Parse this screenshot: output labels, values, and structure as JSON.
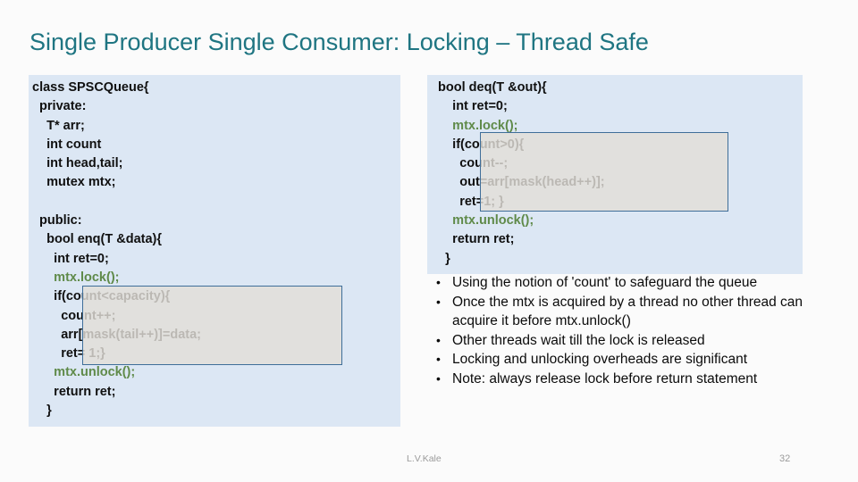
{
  "slide": {
    "title": "Single Producer Single Consumer: Locking – Thread Safe",
    "background_color": "#FBFBFB",
    "title_color": "#1F7582",
    "panel_color": "#DCE7F4",
    "highlight_border_color": "#3F6E99",
    "highlight_fill_color": "#E2DED8",
    "code_green_color": "#5F8A49"
  },
  "code_left": {
    "lines": [
      {
        "text": "class SPSCQueue{",
        "style": "plain"
      },
      {
        "text": "  private:",
        "style": "plain"
      },
      {
        "text": "    T* arr;",
        "style": "plain"
      },
      {
        "text": "    int count",
        "style": "plain"
      },
      {
        "text": "    int head,tail;",
        "style": "plain"
      },
      {
        "text": "    mutex mtx;",
        "style": "plain"
      },
      {
        "text": " ",
        "style": "blank"
      },
      {
        "text": "  public:",
        "style": "plain"
      },
      {
        "text": "    bool enq(T &data){",
        "style": "plain"
      },
      {
        "text": "      int ret=0;",
        "style": "plain"
      },
      {
        "text": "      mtx.lock();",
        "style": "green"
      },
      {
        "text": "      if(count<capacity){",
        "style": "plain"
      },
      {
        "text": "        count++;",
        "style": "plain"
      },
      {
        "text": "        arr[mask(tail++)]=data;",
        "style": "plain"
      },
      {
        "text": "        ret= 1;}",
        "style": "plain"
      },
      {
        "text": "      mtx.unlock();",
        "style": "green"
      },
      {
        "text": "      return ret;",
        "style": "plain"
      },
      {
        "text": "    }",
        "style": "plain"
      }
    ]
  },
  "code_right": {
    "lines": [
      {
        "text": "  bool deq(T &out){",
        "style": "plain"
      },
      {
        "text": "      int ret=0;",
        "style": "plain"
      },
      {
        "text": "      mtx.lock();",
        "style": "green"
      },
      {
        "text": "      if(count>0){",
        "style": "plain"
      },
      {
        "text": "        count--;",
        "style": "plain"
      },
      {
        "text": "        out=arr[mask(head++)];",
        "style": "plain"
      },
      {
        "text": "        ret=1; }",
        "style": "plain"
      },
      {
        "text": "      mtx.unlock();",
        "style": "green"
      },
      {
        "text": "      return ret;",
        "style": "plain"
      },
      {
        "text": "    }",
        "style": "plain"
      }
    ]
  },
  "bullets": {
    "marker": "•",
    "items": [
      "Using the notion of 'count' to safeguard the queue",
      "Once the mtx is acquired by a thread no other thread can acquire it before mtx.unlock()",
      "Other threads wait till the lock is released",
      "Locking and unlocking overheads are significant",
      "Note: always release lock before return statement"
    ]
  },
  "footer": {
    "author": "L.V.Kale",
    "page_number": "32"
  }
}
